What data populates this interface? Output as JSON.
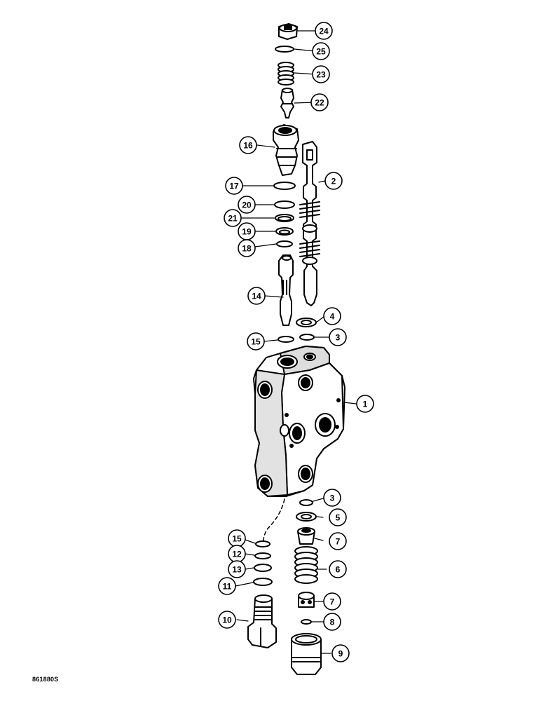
{
  "diagram": {
    "reference_code": "861880S",
    "colors": {
      "ink": "#000000",
      "paper": "#ffffff",
      "shade": "#bdbdbd"
    },
    "callouts": [
      {
        "id": "c24",
        "number": "24"
      },
      {
        "id": "c25",
        "number": "25"
      },
      {
        "id": "c23",
        "number": "23"
      },
      {
        "id": "c22",
        "number": "22"
      },
      {
        "id": "c16",
        "number": "16"
      },
      {
        "id": "c2",
        "number": "2"
      },
      {
        "id": "c17",
        "number": "17"
      },
      {
        "id": "c20",
        "number": "20"
      },
      {
        "id": "c21",
        "number": "21"
      },
      {
        "id": "c19",
        "number": "19"
      },
      {
        "id": "c18",
        "number": "18"
      },
      {
        "id": "c14",
        "number": "14"
      },
      {
        "id": "c4",
        "number": "4"
      },
      {
        "id": "c3a",
        "number": "3"
      },
      {
        "id": "c15a",
        "number": "15"
      },
      {
        "id": "c1",
        "number": "1"
      },
      {
        "id": "c3b",
        "number": "3"
      },
      {
        "id": "c5",
        "number": "5"
      },
      {
        "id": "c15b",
        "number": "15"
      },
      {
        "id": "c7a",
        "number": "7"
      },
      {
        "id": "c12",
        "number": "12"
      },
      {
        "id": "c13",
        "number": "13"
      },
      {
        "id": "c6",
        "number": "6"
      },
      {
        "id": "c11",
        "number": "11"
      },
      {
        "id": "c7b",
        "number": "7"
      },
      {
        "id": "c10",
        "number": "10"
      },
      {
        "id": "c8",
        "number": "8"
      },
      {
        "id": "c9",
        "number": "9"
      }
    ]
  }
}
